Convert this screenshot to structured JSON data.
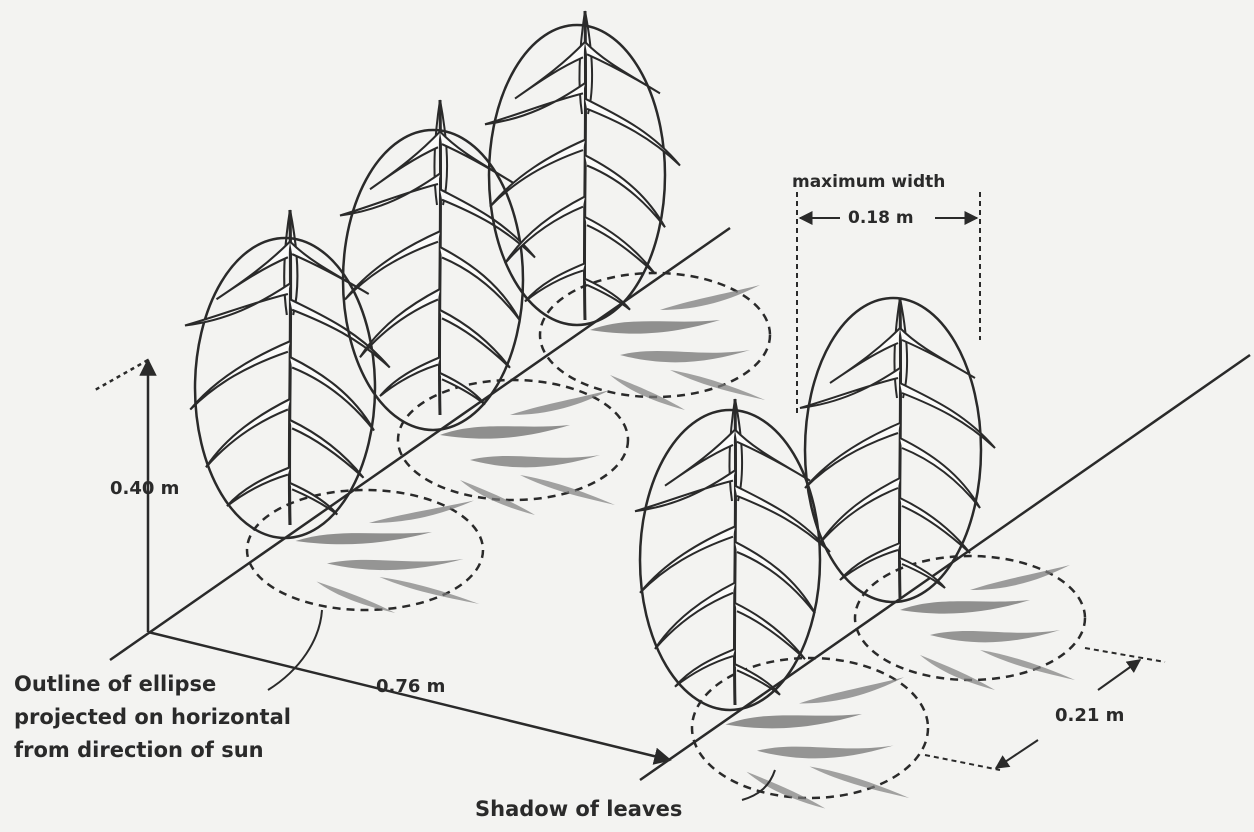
{
  "labels": {
    "max_width_title": "maximum width",
    "max_width_value": "0.18 m",
    "height": "0.40 m",
    "row_spacing": "0.76 m",
    "plant_spacing": "0.21 m",
    "ellipse_outline_line1": "Outline of ellipse",
    "ellipse_outline_line2": "projected on horizontal",
    "ellipse_outline_line3": "from direction of sun",
    "leaf_shadow": "Shadow of leaves"
  },
  "colors": {
    "ink": "#2a2a2a",
    "shadow": "#7d7d7d",
    "paper": "#f3f3f1"
  }
}
